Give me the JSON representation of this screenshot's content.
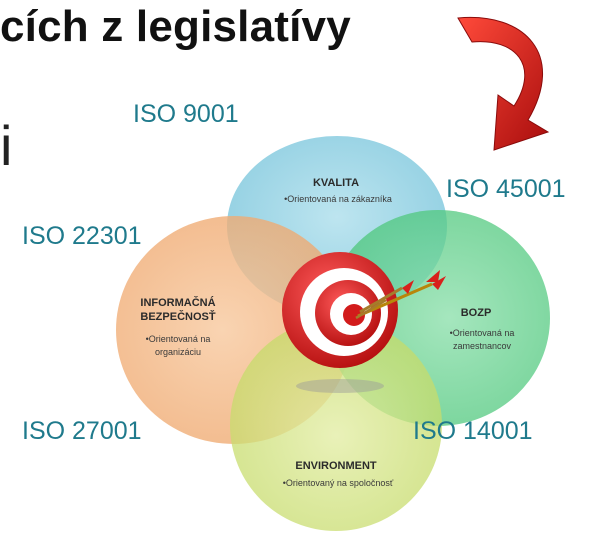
{
  "slide": {
    "title": "cích z legislatívy",
    "left_fragment": "i"
  },
  "standards": {
    "quality": "ISO 9001",
    "ohs": "ISO  45001",
    "continuity": "ISO 22301",
    "infosec": "ISO 27001",
    "environment": "ISO 14001"
  },
  "circles": {
    "quality": {
      "title": "KVALITA",
      "bullet": "•Orientovaná na zákazníka",
      "color": "#8ecfe0"
    },
    "infosec": {
      "title_line1": "INFORMAČNÁ",
      "title_line2": "BEZPEČNOSŤ",
      "bullet_line1": "•Orientovaná na",
      "bullet_line2": "organizáciu",
      "color": "#f2b27a"
    },
    "ohs": {
      "title": "BOZP",
      "bullet_line1": "•Orientovaná na",
      "bullet_line2": "zamestnancov",
      "color": "#5fd08a"
    },
    "environment": {
      "title": "ENVIRONMENT",
      "bullet": "•Orientovaný na spoločnosť",
      "color": "#cfe27c"
    }
  },
  "icons": {
    "target": "target-with-arrows-icon",
    "arrow": "curved-red-arrow-icon"
  }
}
